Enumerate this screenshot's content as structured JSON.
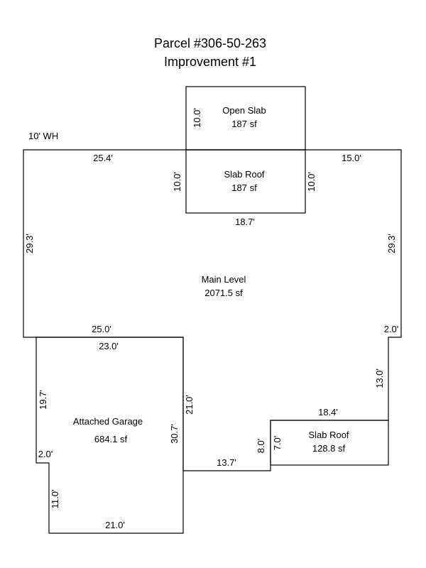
{
  "title": {
    "line1": "Parcel #306-50-263",
    "line2": "Improvement #1"
  },
  "note": "10' WH",
  "areas": {
    "open_slab": {
      "name": "Open Slab",
      "area": "187 sf"
    },
    "slab_roof_top": {
      "name": "Slab Roof",
      "area": "187 sf"
    },
    "main_level": {
      "name": "Main Level",
      "area": "2071.5 sf"
    },
    "garage": {
      "name": "Attached Garage",
      "area": "684.1 sf"
    },
    "slab_roof_bottom": {
      "name": "Slab Roof",
      "area": "128.8 sf"
    }
  },
  "dims": {
    "main_top_left": "25.4'",
    "main_top_right": "15.0'",
    "main_left": "29.3'",
    "main_right": "29.3'",
    "main_bottom_left": "25.0'",
    "main_right_step": "2.0'",
    "main_right_lower": "13.0'",
    "open_slab_side": "10.0'",
    "slab_roof_left": "10.0'",
    "slab_roof_right": "10.0'",
    "slab_roof_bottom": "18.7'",
    "garage_top": "23.0'",
    "garage_left_upper": "19.7'",
    "garage_step": "2.0'",
    "garage_left_lower": "11.0'",
    "garage_bottom": "21.0'",
    "garage_right_upper": "21.0'",
    "garage_right": "30.7'",
    "bottom_connector": "13.7'",
    "slab2_top": "18.4'",
    "slab2_outer_left": "8.0'",
    "slab2_inner_left": "7.0'"
  }
}
